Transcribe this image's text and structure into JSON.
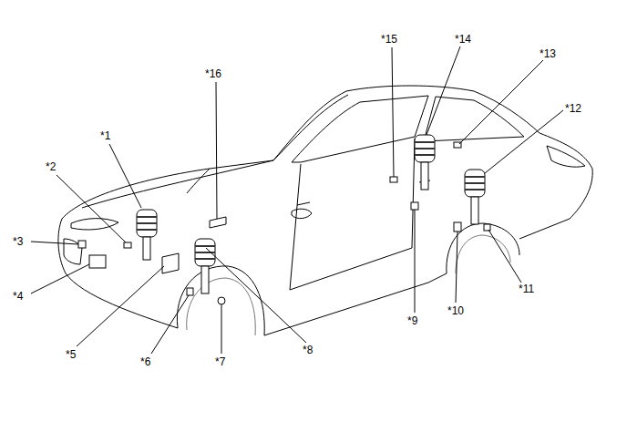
{
  "diagram": {
    "labels": [
      "*1",
      "*2",
      "*3",
      "*4",
      "*5",
      "*6",
      "*7",
      "*8",
      "*9",
      "*10",
      "*11",
      "*12",
      "*13",
      "*14",
      "*15",
      "*16"
    ]
  }
}
